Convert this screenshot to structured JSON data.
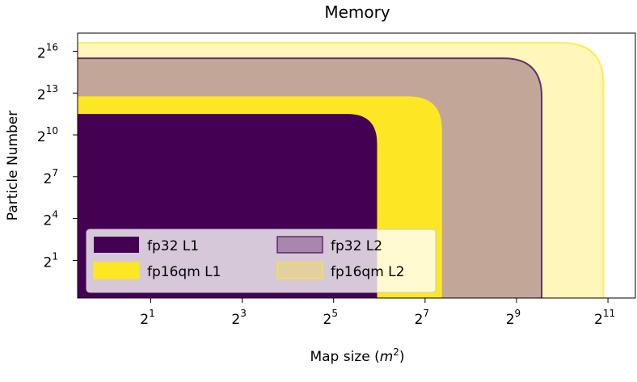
{
  "chart_data": {
    "type": "area",
    "title": "Memory",
    "xlabel": "Map size (m²)",
    "ylabel": "Particle Number",
    "x_scale": "log2",
    "y_scale": "log2",
    "xlim_log2": [
      -0.6,
      11.6
    ],
    "ylim_log2": [
      -1.7,
      17.3
    ],
    "xticks_log2": [
      1,
      3,
      5,
      7,
      9,
      11
    ],
    "yticks_log2": [
      1,
      4,
      7,
      10,
      13,
      16
    ],
    "tick_base": "2",
    "grid": false,
    "legend": {
      "placement": "lower-left",
      "columns": 2
    },
    "series": [
      {
        "name": "fp32 L1",
        "x_max_log2": 5.95,
        "y_max_log2": 11.5,
        "color": "#440154",
        "opacity": 1.0,
        "edge": false
      },
      {
        "name": "fp16qm L1",
        "x_max_log2": 7.35,
        "y_max_log2": 12.7,
        "color": "#fde725",
        "opacity": 1.0,
        "edge": true
      },
      {
        "name": "fp32 L2",
        "x_max_log2": 9.55,
        "y_max_log2": 15.5,
        "color": "#440154",
        "opacity": 0.32,
        "edge": true
      },
      {
        "name": "fp16qm L2",
        "x_max_log2": 10.9,
        "y_max_log2": 16.6,
        "color": "#fde725",
        "opacity": 0.32,
        "edge": true
      }
    ]
  }
}
